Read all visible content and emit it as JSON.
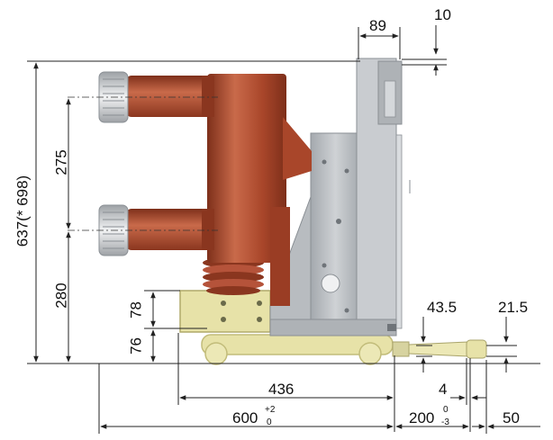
{
  "dimensions": {
    "top_89": "89",
    "top_10": "10",
    "left_overall": "637(* 698)",
    "left_275": "275",
    "left_280": "280",
    "left_78": "78",
    "left_76": "76",
    "right_43_5": "43.5",
    "right_21_5": "21.5",
    "bottom_436": "436",
    "bottom_4": "4",
    "bottom_600": "600",
    "bottom_600_tol_upper": "+2",
    "bottom_600_tol_lower": "0",
    "bottom_200": "200",
    "bottom_200_tol_upper": "0",
    "bottom_200_tol_lower": "-3",
    "bottom_50": "50"
  },
  "colors": {
    "pole_body": "#a9462a",
    "pole_highlight": "#c96a4a",
    "pole_shadow": "#7d2f1a",
    "frame_grey": "#b8bcc0",
    "frame_dark": "#8a8f94",
    "frame_light": "#d9dcdf",
    "trolley_cream": "#e7e2a8",
    "trolley_edge": "#c2bc7a",
    "contact_silver": "#e2e4e6",
    "dim_line": "#222222"
  }
}
